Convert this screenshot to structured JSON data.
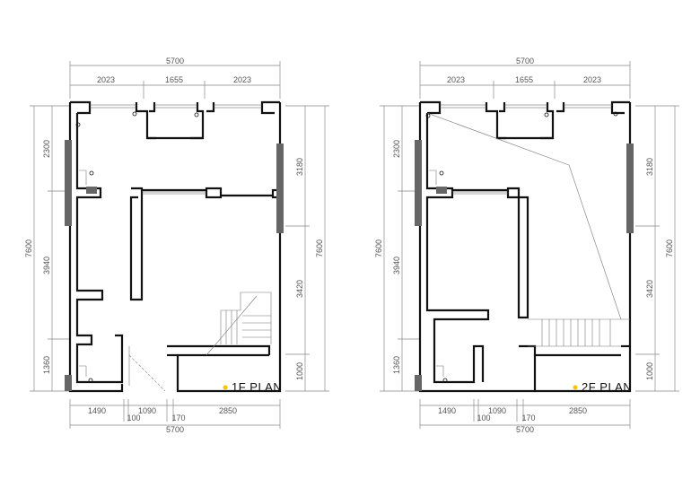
{
  "plans": [
    {
      "id": "1f",
      "label": "1F PLAN",
      "top_dims": {
        "total": "5700",
        "segments": [
          "2023",
          "1655",
          "2023"
        ]
      },
      "bottom_dims": {
        "segments": [
          "1490",
          "100",
          "1090",
          "170",
          "2850"
        ],
        "total": "5700"
      },
      "left_dims": {
        "total": "7600",
        "segments": [
          "2300",
          "3940",
          "1360"
        ]
      },
      "right_dims": {
        "total": "7600",
        "segments": [
          "3180",
          "3420",
          "1000"
        ]
      }
    },
    {
      "id": "2f",
      "label": "2F PLAN",
      "top_dims": {
        "total": "5700",
        "segments": [
          "2023",
          "1655",
          "2023"
        ]
      },
      "bottom_dims": {
        "segments": [
          "1490",
          "100",
          "1090",
          "170",
          "2850"
        ],
        "total": "5700"
      },
      "left_dims": {
        "total": "7600",
        "segments": [
          "2300",
          "3940",
          "1360"
        ]
      },
      "right_dims": {
        "total": "7600",
        "segments": [
          "3180",
          "3420",
          "1000"
        ]
      }
    }
  ],
  "colors": {
    "wall": "#111111",
    "dimension": "#888888",
    "column": "#666666",
    "label_dot": "#f2c500"
  }
}
